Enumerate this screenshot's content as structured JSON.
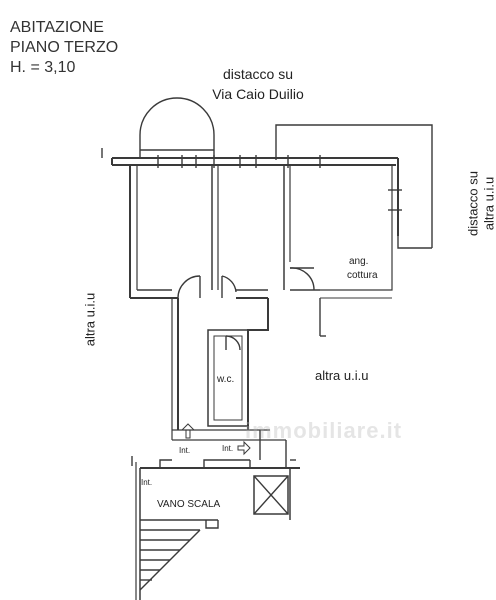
{
  "title": {
    "line1": "ABITAZIONE",
    "line2": "PIANO TERZO",
    "line3": "H. = 3,10"
  },
  "labels": {
    "distacco_top_line1": "distacco su",
    "distacco_top_line2": "Via Caio Duilio",
    "distacco_right_line1": "distacco su",
    "distacco_right_line2": "altra u.i.u",
    "altra_left": "altra u.i.u",
    "altra_right": "altra u.i.u",
    "ang_line1": "ang.",
    "ang_line2": "cottura",
    "wc": "w.c.",
    "int1": "Int.",
    "int2": "Int.",
    "int3": "Int.",
    "vano_scala": "VANO SCALA"
  },
  "watermark": "immobiliare.it"
}
